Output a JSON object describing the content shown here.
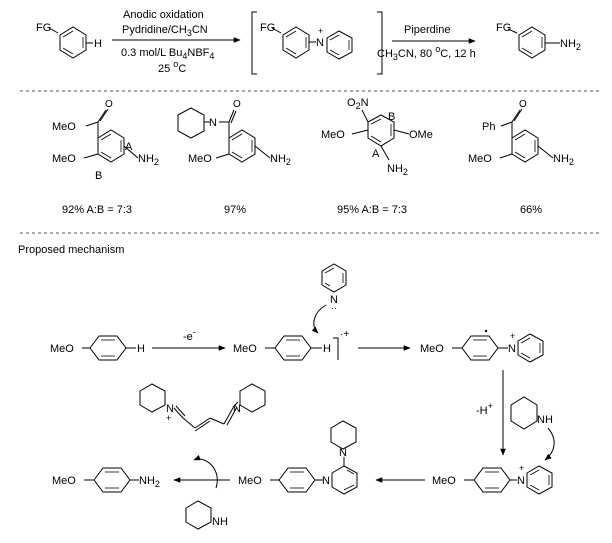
{
  "general": {
    "reactant_fg": "FG",
    "reactant_h": "H",
    "cond1_line1": "Anodic oxidation",
    "cond1_line2": "Pydridine/CH",
    "cond1_line2_sub": "3",
    "cond1_line2_end": "CN",
    "cond1_line3": "0.3 mol/L Bu",
    "cond1_line3_sub": "4",
    "cond1_line3_end": "NBF",
    "cond1_line3_sub2": "4",
    "cond1_line4": "25 ",
    "cond1_line4_sup": "o",
    "cond1_line4_end": "C",
    "int_fg": "FG",
    "int_n": "N",
    "int_plus": "+",
    "cond2_line1": "Piperdine",
    "cond2_line2": "CH",
    "cond2_line2_sub": "3",
    "cond2_line2_end": "CN, 80 ",
    "cond2_line2_sup": "o",
    "cond2_line2_end2": "C, 12 h",
    "prod_fg": "FG",
    "prod_nh2": "NH",
    "prod_nh2_sub": "2"
  },
  "examples": [
    {
      "ester": "MeO",
      "meo": "MeO",
      "nh2": "NH",
      "nh2_sub": "2",
      "label_a": "A",
      "label_b": "B",
      "o": "O",
      "yield": "92% A:B = 7:3"
    },
    {
      "n": "N",
      "o": "O",
      "meo": "MeO",
      "nh2": "NH",
      "nh2_sub": "2",
      "yield": "97%"
    },
    {
      "o2n": "O",
      "o2n_sub": "2",
      "o2n_end": "N",
      "meo_left": "MeO",
      "ome_right": "OMe",
      "nh2": "NH",
      "nh2_sub": "2",
      "label_a": "A",
      "label_b": "B",
      "yield": "95% A:B = 7:3"
    },
    {
      "ph": "Ph",
      "o": "O",
      "meo": "MeO",
      "nh2": "NH",
      "nh2_sub": "2",
      "yield": "66%"
    }
  ],
  "mechanism": {
    "title": "Proposed mechanism",
    "anisole_meo": "MeO",
    "anisole_h": "H",
    "electron": "-e",
    "electron_sup": "-",
    "radcat_meo": "MeO",
    "radcat_h": "H",
    "radcat_dots": "·+",
    "pyr_n": "N",
    "pyr_dots": "··",
    "sigma_meo": "MeO",
    "sigma_n": "N",
    "sigma_plus": "+",
    "deprot": "-H",
    "deprot_sup": "+",
    "pip_nh": "NH",
    "pyridinium_meo": "MeO",
    "pyridinium_n": "N",
    "pyridinium_plus": "+",
    "adduct_meo": "MeO",
    "adduct_n1": "N",
    "adduct_n2": "N",
    "zincke_n1": "N",
    "zincke_plus": "+",
    "zincke_n2": "N",
    "pip2_nh": "NH",
    "final_meo": "MeO",
    "final_nh2": "NH",
    "final_nh2_sub": "2"
  }
}
